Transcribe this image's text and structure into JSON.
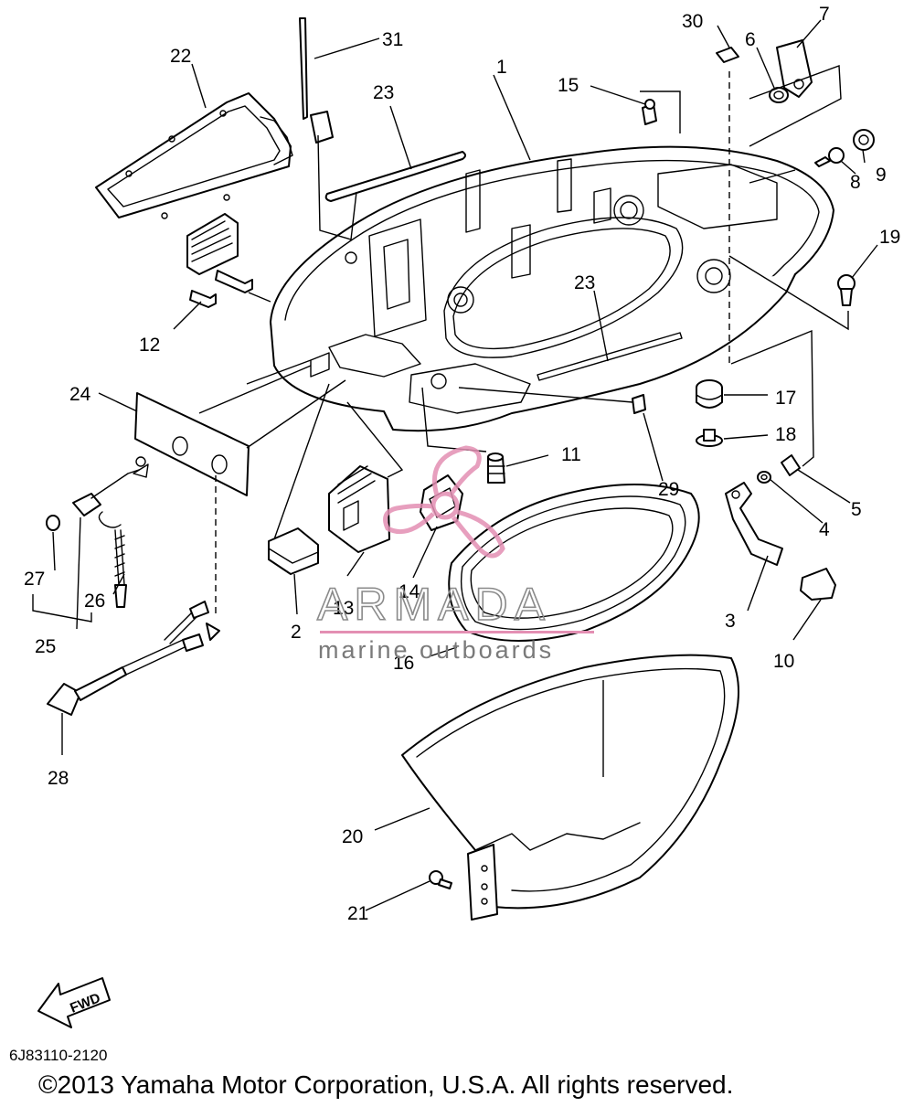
{
  "diagram": {
    "callouts": [
      {
        "id": "c1",
        "text": "1"
      },
      {
        "id": "c2",
        "text": "2"
      },
      {
        "id": "c3",
        "text": "3"
      },
      {
        "id": "c4",
        "text": "4"
      },
      {
        "id": "c5",
        "text": "5"
      },
      {
        "id": "c6",
        "text": "6"
      },
      {
        "id": "c7",
        "text": "7"
      },
      {
        "id": "c8",
        "text": "8"
      },
      {
        "id": "c9",
        "text": "9"
      },
      {
        "id": "c10",
        "text": "10"
      },
      {
        "id": "c11",
        "text": "11"
      },
      {
        "id": "c12",
        "text": "12"
      },
      {
        "id": "c13",
        "text": "13"
      },
      {
        "id": "c14",
        "text": "14"
      },
      {
        "id": "c15",
        "text": "15"
      },
      {
        "id": "c16",
        "text": "16"
      },
      {
        "id": "c17",
        "text": "17"
      },
      {
        "id": "c18",
        "text": "18"
      },
      {
        "id": "c19",
        "text": "19"
      },
      {
        "id": "c20",
        "text": "20"
      },
      {
        "id": "c21",
        "text": "21"
      },
      {
        "id": "c22",
        "text": "22"
      },
      {
        "id": "c23a",
        "text": "23"
      },
      {
        "id": "c23b",
        "text": "23"
      },
      {
        "id": "c24",
        "text": "24"
      },
      {
        "id": "c25",
        "text": "25"
      },
      {
        "id": "c26",
        "text": "26"
      },
      {
        "id": "c27",
        "text": "27"
      },
      {
        "id": "c28",
        "text": "28"
      },
      {
        "id": "c29",
        "text": "29"
      },
      {
        "id": "c30",
        "text": "30"
      },
      {
        "id": "c31",
        "text": "31"
      }
    ],
    "fwd_label": "FWD",
    "diagram_code": "6J83110-2120",
    "copyright": "©2013 Yamaha Motor Corporation, U.S.A. All rights reserved."
  },
  "watermark": {
    "brand": "ARMADA",
    "tagline": "marine outboards",
    "color": "#e38fb3"
  }
}
